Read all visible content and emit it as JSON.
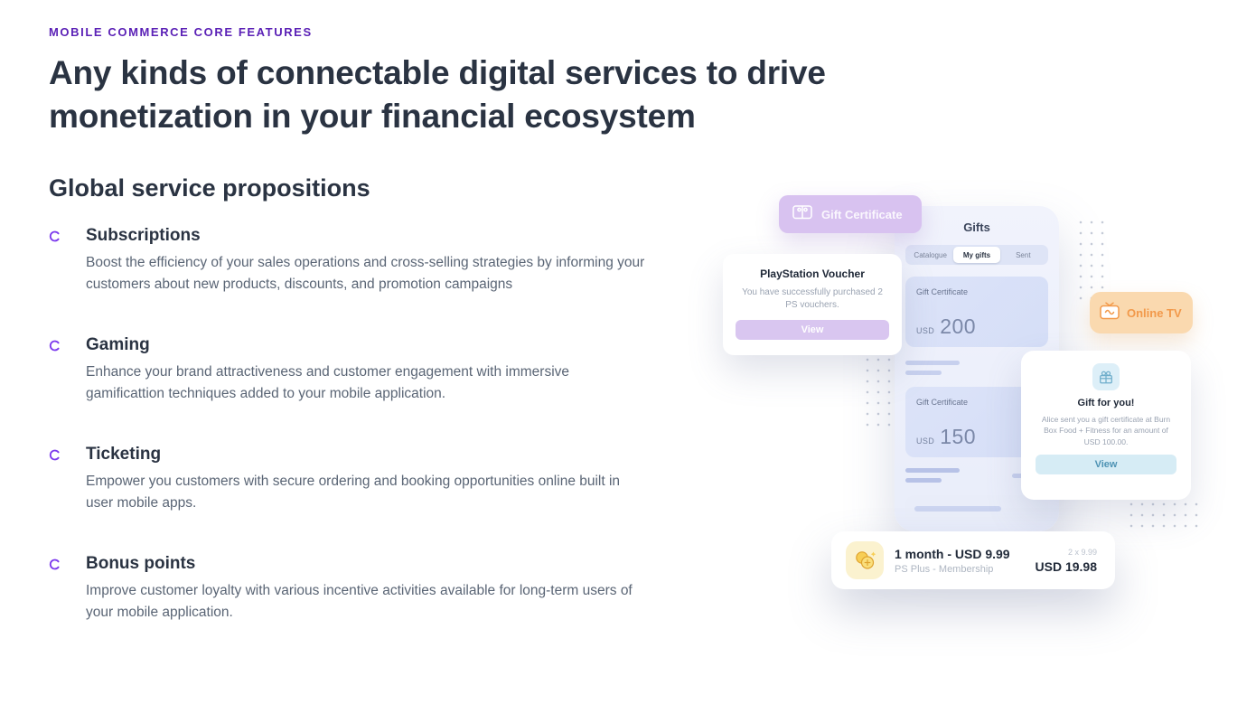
{
  "colors": {
    "accent_purple": "#5B21B6",
    "bullet_purple": "#7C3AED",
    "heading_text": "#2A3342",
    "body_text": "#5A6575",
    "badge_purple_bg": "#D8C2F0",
    "badge_orange_bg": "#FAD9AF",
    "orange_text": "#F2994A",
    "blue_button_text": "#4E93B4",
    "phone_bg": "#ECEFFA"
  },
  "intro": {
    "eyebrow": "MOBILE COMMERCE CORE FEATURES",
    "title": "Any kinds of connectable digital services to drive monetization in your financial ecosystem",
    "section_title": "Global service propositions"
  },
  "features": [
    {
      "title": "Subscriptions",
      "description": "Boost the efficiency of your sales operations and cross-selling strategies by informing your customers about new products, discounts, and promotion campaigns"
    },
    {
      "title": "Gaming",
      "description": "Enhance your brand attractiveness and customer engagement with immersive gamificattion techniques added to your mobile application."
    },
    {
      "title": "Ticketing",
      "description": "Empower you customers with secure ordering and booking opportunities online built in user mobile apps."
    },
    {
      "title": "Bonus points",
      "description": "Improve customer loyalty with various incentive activities available for long-term users of your mobile application."
    }
  ],
  "illustration": {
    "gift_badge": {
      "label": "Gift Certificate"
    },
    "tv_badge": {
      "label": "Online TV"
    },
    "phone": {
      "title": "Gifts",
      "active_tab": "My gifts",
      "tabs": [
        {
          "label": "Catalogue"
        },
        {
          "label": "My gifts"
        },
        {
          "label": "Sent"
        }
      ],
      "cards": [
        {
          "label": "Gift Certificate",
          "currency": "USD",
          "amount": "200"
        },
        {
          "label": "Gift Certificate",
          "currency": "USD",
          "amount": "150"
        }
      ]
    },
    "ps_card": {
      "title": "PlayStation Voucher",
      "message": "You have successfully purchased 2 PS vouchers.",
      "button": "View"
    },
    "gift_card": {
      "title": "Gift for you!",
      "message": "Alice sent you a gift certificate at Burn Box Food + Fitness for an amount of USD 100.00.",
      "button": "View"
    },
    "purchase_card": {
      "title": "1 month - USD 9.99",
      "subtitle": "PS Plus - Membership",
      "quantity": "2 x 9.99",
      "total": "USD 19.98"
    }
  }
}
